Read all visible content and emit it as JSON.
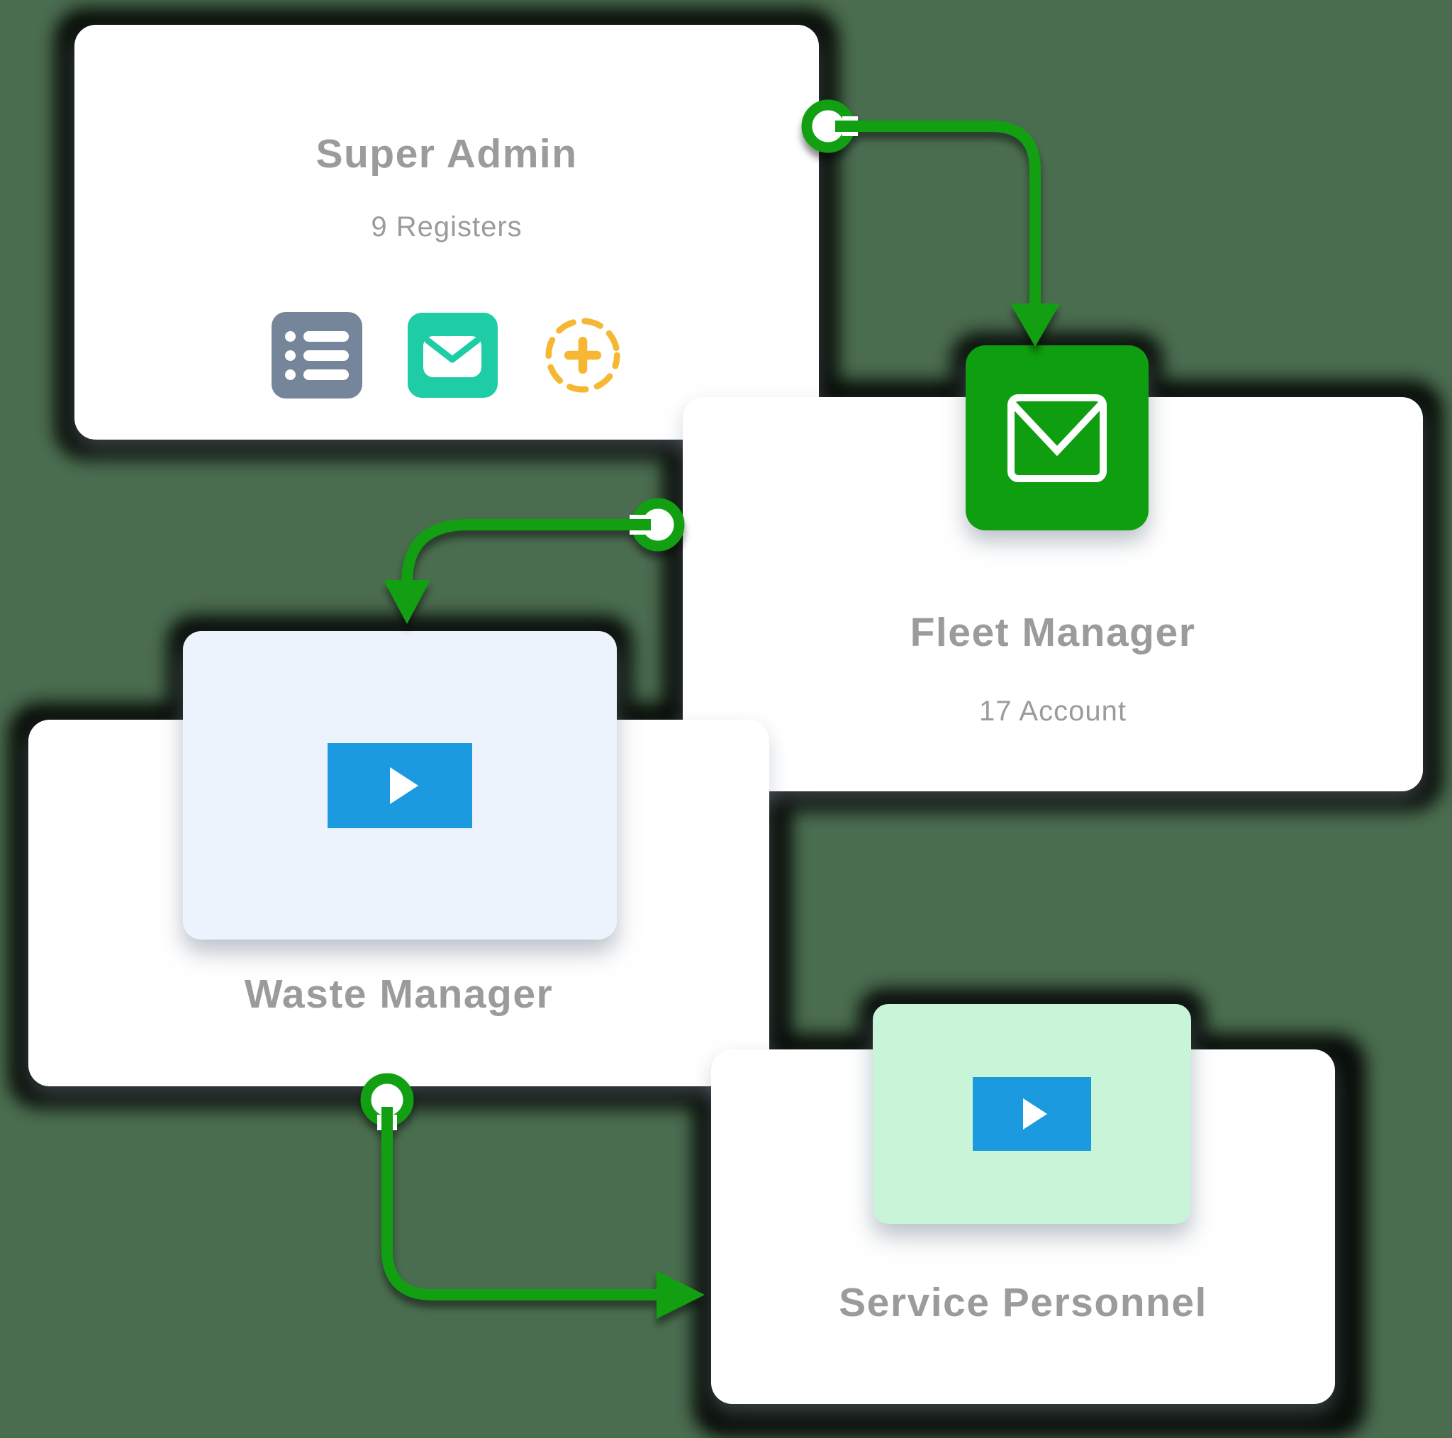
{
  "canvas": {
    "background_color": "#4A6C4F"
  },
  "cards": {
    "super_admin": {
      "title": "Super Admin",
      "subtitle": "9 Registers",
      "icons": [
        "list-icon",
        "mail-icon",
        "add-icon"
      ]
    },
    "fleet_manager": {
      "title": "Fleet Manager",
      "subtitle": "17 Account",
      "badge_icon": "mail-icon"
    },
    "waste_manager": {
      "title": "Waste Manager",
      "thumbnail_icon": "play-icon"
    },
    "service_personnel": {
      "title": "Service Personnel",
      "thumbnail_icon": "play-icon"
    }
  },
  "connectors": [
    {
      "name": "super-admin-to-fleet-manager",
      "from": "Super Admin",
      "to": "Fleet Manager"
    },
    {
      "name": "fleet-manager-to-waste-manager",
      "from": "Fleet Manager",
      "to": "Waste Manager"
    },
    {
      "name": "waste-manager-to-service-personnel",
      "from": "Waste Manager",
      "to": "Service Personnel"
    }
  ],
  "colors": {
    "background": "#4A6C4F",
    "arrow_green": "#12A012",
    "badge_green": "#0F9E0F",
    "icon_teal": "#1ECCA5",
    "icon_slate": "#76869A",
    "icon_yellow": "#F6B732",
    "play_blue": "#1C9ADF",
    "thumb_mint": "#C8F4D8",
    "thumb_blue": "#EDF3FC",
    "text_gray": "#9B9B9B",
    "card_white": "#FFFFFF"
  }
}
